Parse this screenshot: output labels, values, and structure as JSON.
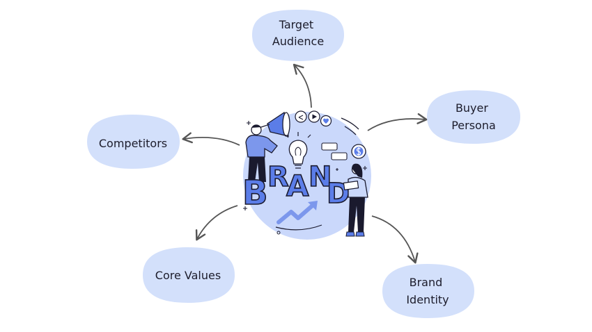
{
  "center": {
    "word": [
      "B",
      "R",
      "A",
      "N",
      "D"
    ],
    "colors": {
      "circle": "#cad8fb",
      "accent": "#5b7de8",
      "ink": "#1a1a2e"
    }
  },
  "nodes": [
    {
      "id": "target-audience",
      "lines": [
        "Target",
        "Audience"
      ]
    },
    {
      "id": "buyer-persona",
      "lines": [
        "Buyer",
        "Persona"
      ]
    },
    {
      "id": "competitors",
      "lines": [
        "Competitors"
      ]
    },
    {
      "id": "core-values",
      "lines": [
        "Core Values"
      ]
    },
    {
      "id": "brand-identity",
      "lines": [
        "Brand",
        "Identity"
      ]
    }
  ],
  "colors": {
    "bubble": "#d3e0fb",
    "arrow": "#555555",
    "text": "#1c1c2b"
  }
}
